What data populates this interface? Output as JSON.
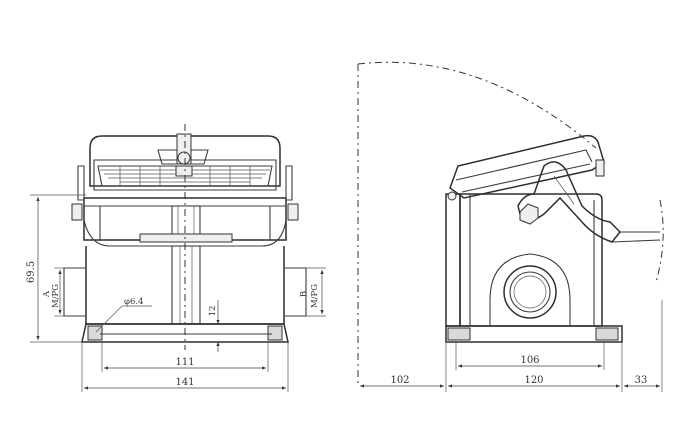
{
  "front_view": {
    "height_label": "69.5",
    "side_a_letter": "A",
    "side_a_thread": "M/PG",
    "side_b_letter": "B",
    "side_b_thread": "M/PG",
    "hole_label": "φ6.4",
    "base_thickness_label": "12",
    "inner_width_label": "111",
    "overall_width_label": "141"
  },
  "side_view": {
    "inner_width_label": "106",
    "left_clearance_label": "102",
    "body_width_label": "120",
    "right_clearance_label": "33"
  }
}
